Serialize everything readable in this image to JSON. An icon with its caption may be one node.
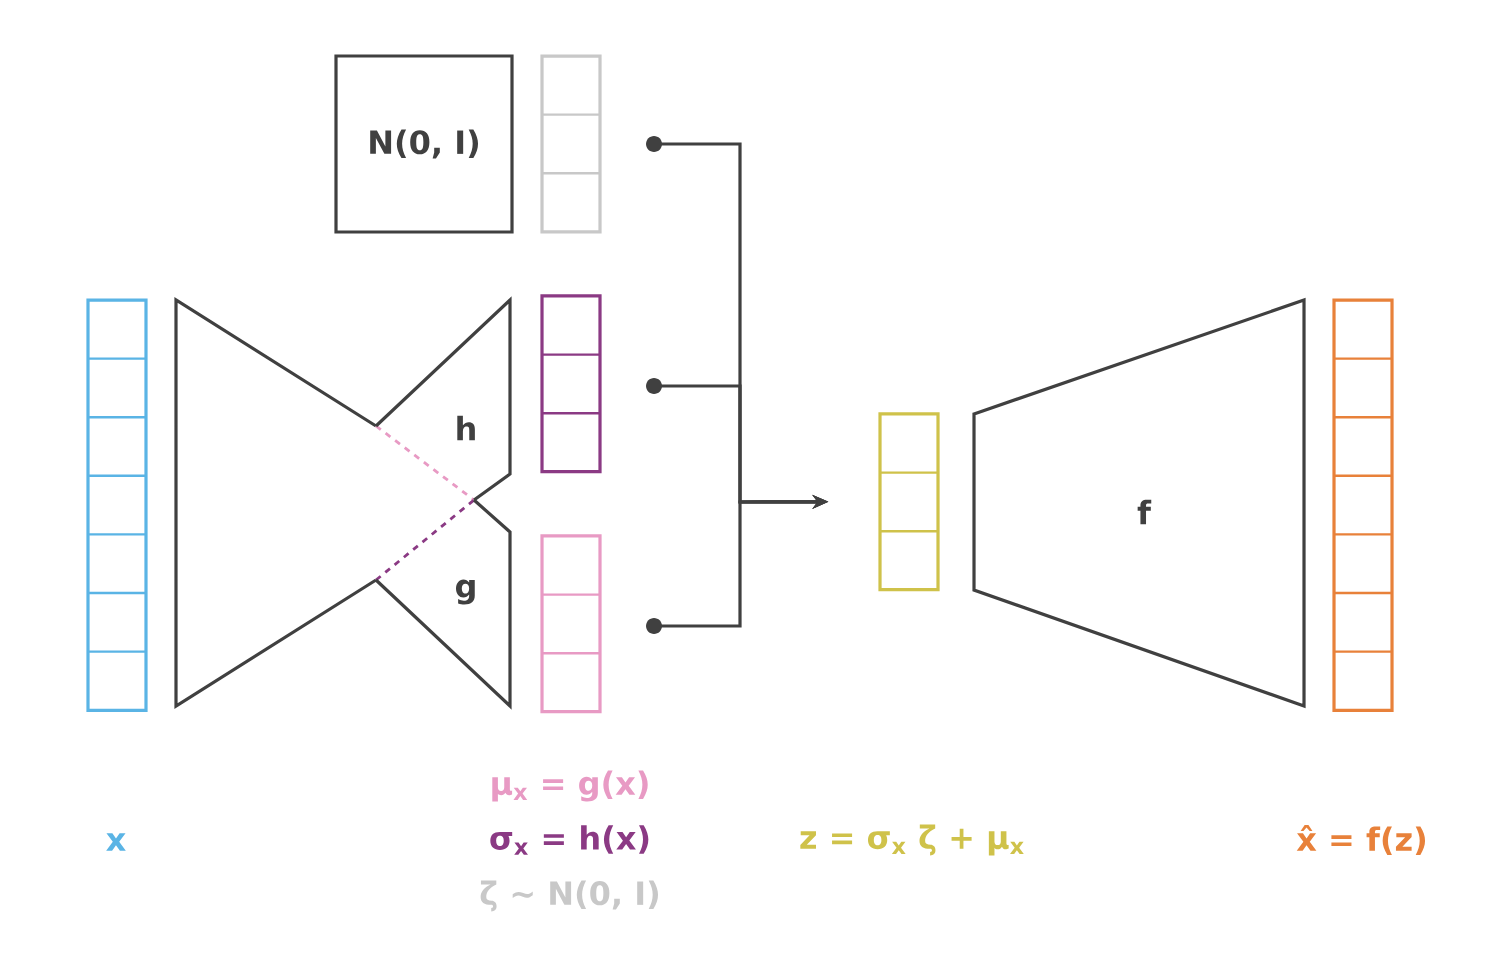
{
  "diagram": {
    "nodes": [
      {
        "text": [
          "N(0, I)"
        ]
      },
      {
        "text": [],
        "shape": "box"
      },
      {
        "text": [],
        "shape": "box"
      },
      {
        "text": [],
        "shape": "box"
      },
      {
        "text": [],
        "shape": "box"
      },
      {
        "text": [
          "h"
        ]
      },
      {
        "text": [
          "g"
        ]
      },
      {
        "text": [],
        "shape": "box"
      },
      {
        "text": [
          "f"
        ]
      },
      {
        "text": [],
        "shape": "box"
      }
    ],
    "edges": [
      {
        "from": 1,
        "to": 7,
        "arrow": "to"
      },
      {
        "from": 2,
        "to": 7,
        "arrow": "to"
      },
      {
        "from": 3,
        "to": 7,
        "arrow": "to"
      }
    ],
    "labels": [
      "μ$_{x}$ = g(x)",
      "x",
      "σ$_{x}$ = h(x)",
      "ζ ~ N(0, I)",
      "z = σ$_{x}$ ζ + μ$_{x}$",
      "x̂ = f(z)"
    ]
  }
}
